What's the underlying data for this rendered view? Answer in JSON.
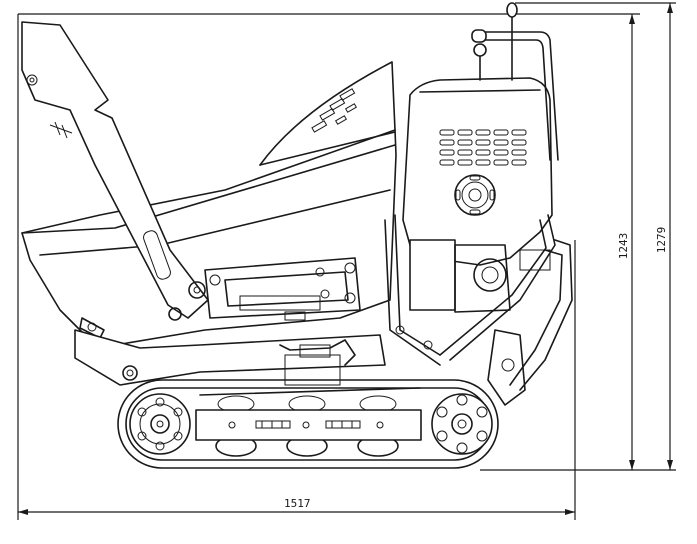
{
  "drawing": {
    "dimensions": {
      "width": "1517",
      "height_engine": "1243",
      "height_overall": "1279"
    },
    "colors": {
      "line": "#1a1a1a",
      "background": "#ffffff"
    }
  }
}
